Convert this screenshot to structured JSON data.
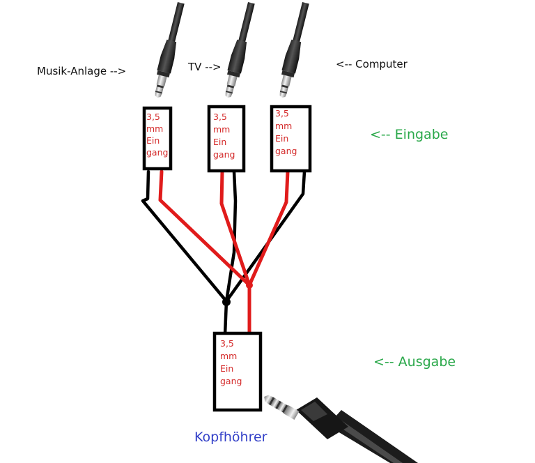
{
  "colors": {
    "wire_black": "#000000",
    "wire_red": "#e01b1b",
    "box_text": "#d42a2a",
    "stage_label": "#2aa84a",
    "caption": "#3340c8"
  },
  "sources": {
    "musik": "Musik-Anlage -->",
    "tv": "TV -->",
    "computer": "<-- Computer"
  },
  "boxes": {
    "input1": [
      "3,5",
      "mm",
      "Ein",
      "gang"
    ],
    "input2": [
      "3,5",
      "mm",
      "Ein",
      "gang"
    ],
    "input3": [
      "3,5",
      "mm",
      "Ein",
      "gang"
    ],
    "output": [
      "3,5",
      "mm",
      "Ein",
      "gang"
    ]
  },
  "labels": {
    "eingabe": "<-- Eingabe",
    "ausgabe": "<-- Ausgabe",
    "kopfhoerer": "Kopfhöhrer"
  },
  "icons": [
    "audio-jack-plug-icon",
    "audio-jack-plug-icon",
    "audio-jack-plug-icon",
    "headphone-jack-plug-icon"
  ]
}
